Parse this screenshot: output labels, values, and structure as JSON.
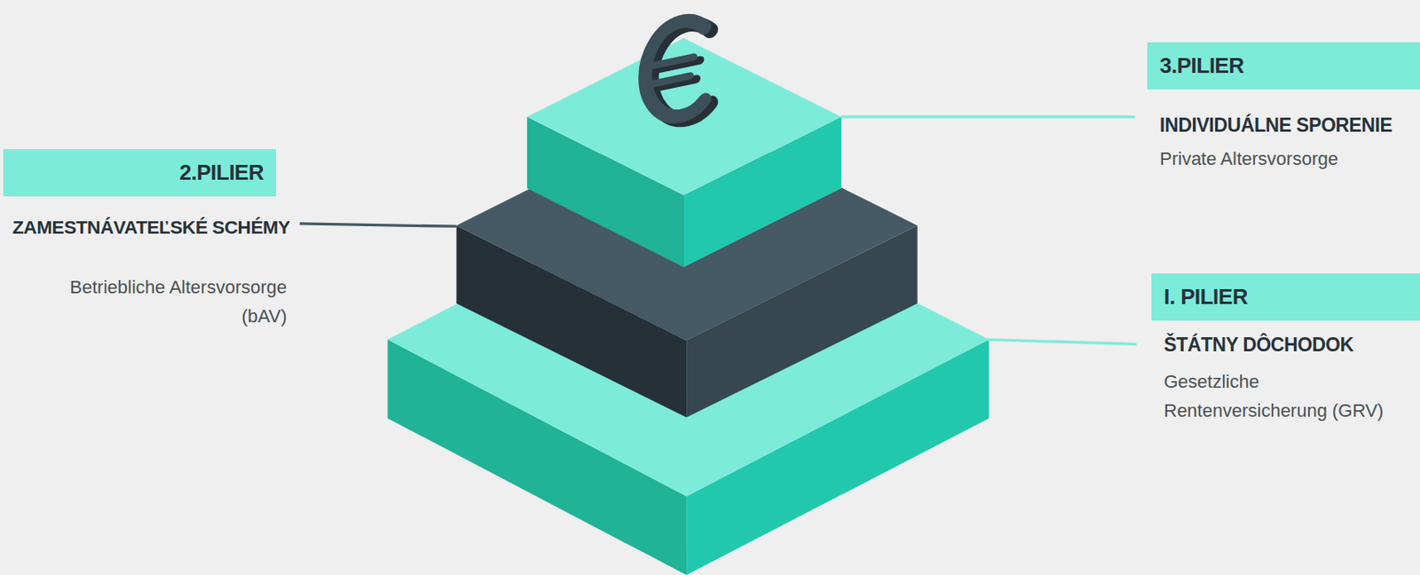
{
  "diagram": {
    "nodes": [
      {
        "text": [
          "3.PILIER",
          "INDIVIDUÁLNE SPORENIE",
          "Private Altersvorsorge"
        ]
      },
      {
        "text": [
          "2.PILIER",
          "ZAMESTNÁVATEĽSKÉ SCHÉMY",
          "Betriebliche Altersvorsorge (bAV)"
        ]
      },
      {
        "text": [
          "I. PILIER",
          "ŠTÁTNY DÔCHODOK",
          "Gesetzliche Rentenversicherung (GRV)"
        ]
      }
    ]
  }
}
